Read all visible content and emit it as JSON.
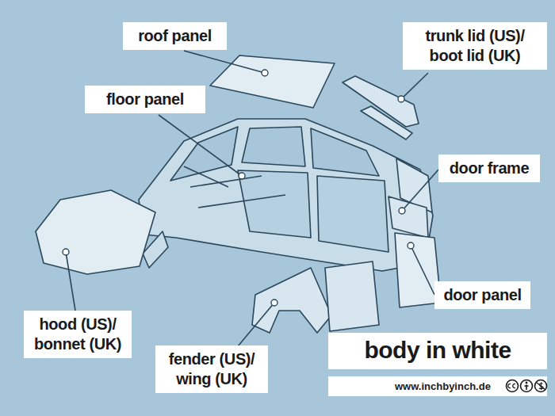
{
  "diagram": {
    "title": "body in white",
    "nodes": [
      {
        "text": [
          "roof panel"
        ]
      },
      {
        "text": [
          "trunk lid (US)/ boot lid (UK)"
        ]
      },
      {
        "text": [
          "floor panel"
        ]
      },
      {
        "text": [
          "door frame"
        ]
      },
      {
        "text": [
          "door panel"
        ]
      },
      {
        "text": [
          "hood (US)/ bonnet (UK)"
        ]
      },
      {
        "text": [
          "fender (US)/ wing (UK)"
        ]
      }
    ],
    "labels": [
      "www.inchbyinch.de"
    ]
  }
}
